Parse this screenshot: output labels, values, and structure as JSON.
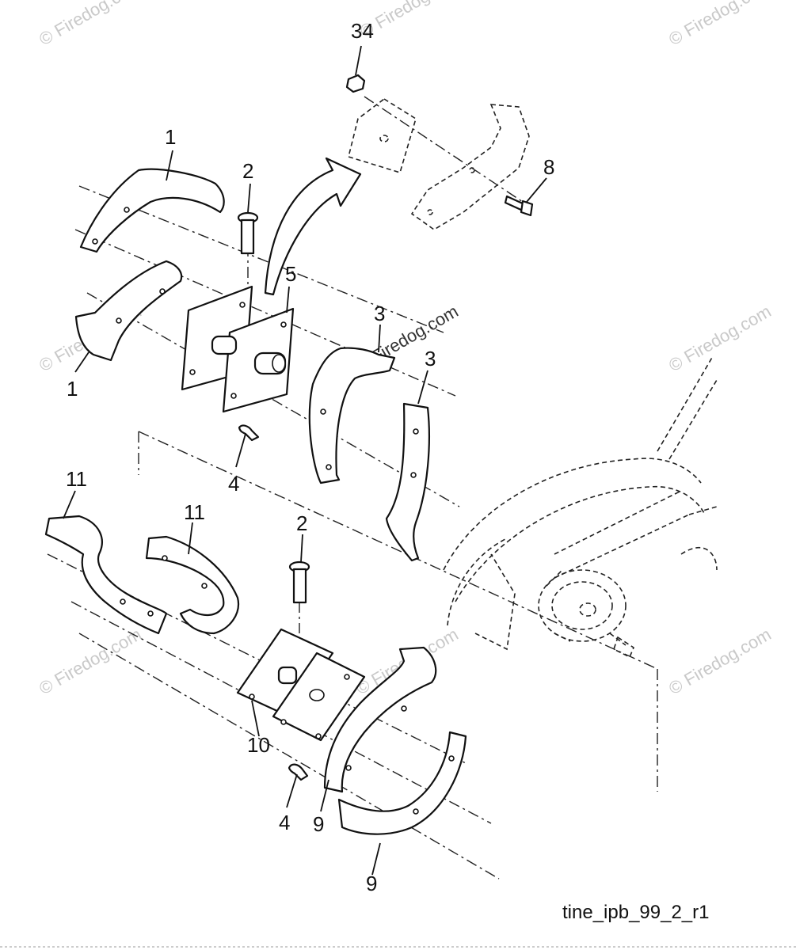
{
  "callouts": {
    "c34": "34",
    "c1a": "1",
    "c2a": "2",
    "c8": "8",
    "c5": "5",
    "c3a": "3",
    "c3b": "3",
    "c1b": "1",
    "c4a": "4",
    "c11a": "11",
    "c11b": "11",
    "c2b": "2",
    "c10": "10",
    "c4b": "4",
    "c9a": "9",
    "c9b": "9"
  },
  "watermarks": {
    "text": "© Firedog.com",
    "center_text": "© Firedog.com"
  },
  "reference_code": "tine_ipb_99_2_r1"
}
